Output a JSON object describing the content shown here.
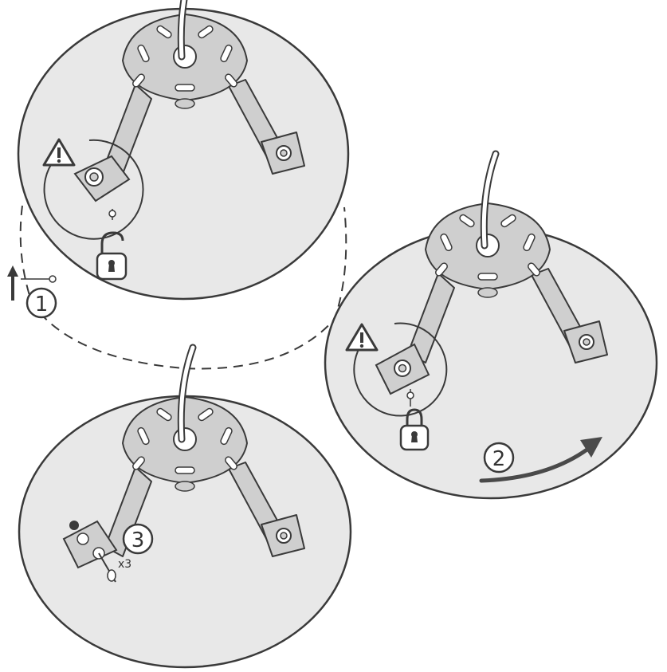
{
  "steps": [
    {
      "number": "1"
    },
    {
      "number": "2"
    },
    {
      "number": "3"
    }
  ],
  "screw_quantity": "x3",
  "icons": [
    "warning-icon",
    "padlock-icon",
    "unlock-icon",
    "rotation-arrow-icon",
    "lift-arrow-icon",
    "screw-icon"
  ],
  "colors": {
    "ceiling_fill": "#e8e8e8",
    "bracket_fill": "#cfcfcf",
    "outline": "#3a3a3a",
    "arrow": "#4a4a4a"
  }
}
